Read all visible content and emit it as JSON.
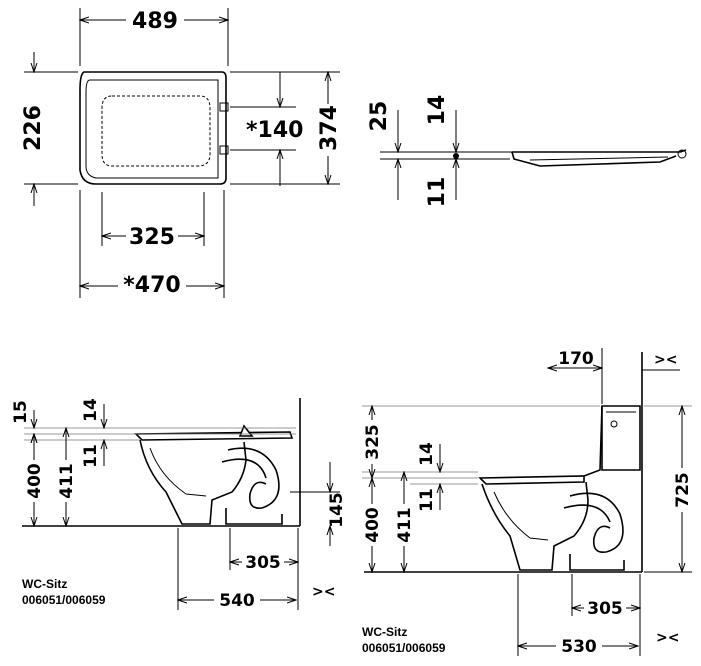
{
  "top_view": {
    "width_total": "489",
    "width_star": "*470",
    "inner_width": "325",
    "hinge_spacing": "*140",
    "depth_left": "226",
    "depth_right": "374"
  },
  "side_detail": {
    "dim_25": "25",
    "dim_14": "14",
    "dim_11": "11"
  },
  "left_view": {
    "dim_15": "15",
    "dim_14": "14",
    "dim_11": "11",
    "dim_400": "400",
    "dim_411": "411",
    "dim_145": "145",
    "dim_305": "305",
    "dim_540": "540",
    "gap_mark": "><",
    "seat_label": "WC-Sitz",
    "seat_codes": "006051/006059"
  },
  "right_view": {
    "dim_170": "170",
    "gap_mark_top": "><",
    "dim_325": "325",
    "dim_14": "14",
    "dim_11": "11",
    "dim_400": "400",
    "dim_411": "411",
    "dim_725": "725",
    "dim_305": "305",
    "dim_530": "530",
    "gap_mark_bottom": "><",
    "seat_label": "WC-Sitz",
    "seat_codes": "006051/006059"
  }
}
